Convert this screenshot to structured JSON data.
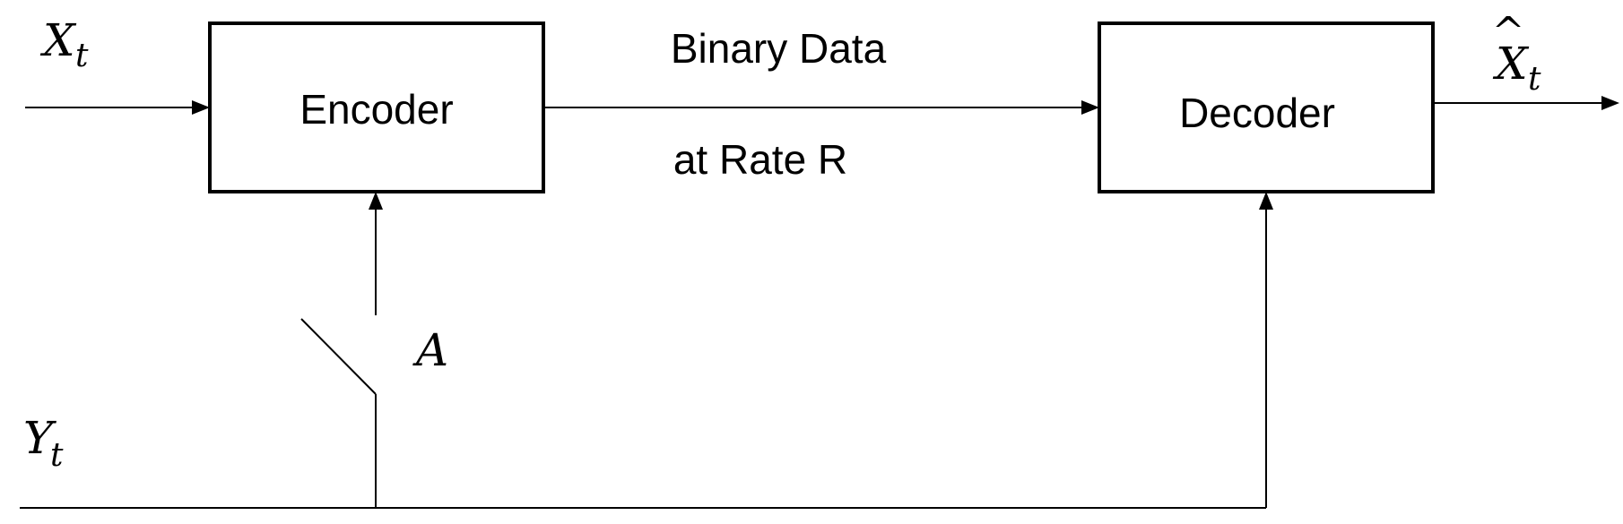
{
  "diagram": {
    "encoder": {
      "label": "Encoder"
    },
    "decoder": {
      "label": "Decoder"
    },
    "channel": {
      "label_top": "Binary Data",
      "label_bottom": "at Rate R"
    },
    "input": {
      "symbol": "X",
      "subscript": "t"
    },
    "output": {
      "symbol": "X",
      "hat": "^",
      "subscript": "t"
    },
    "side_info": {
      "symbol": "Y",
      "subscript": "t"
    },
    "switch": {
      "label": "A"
    }
  }
}
